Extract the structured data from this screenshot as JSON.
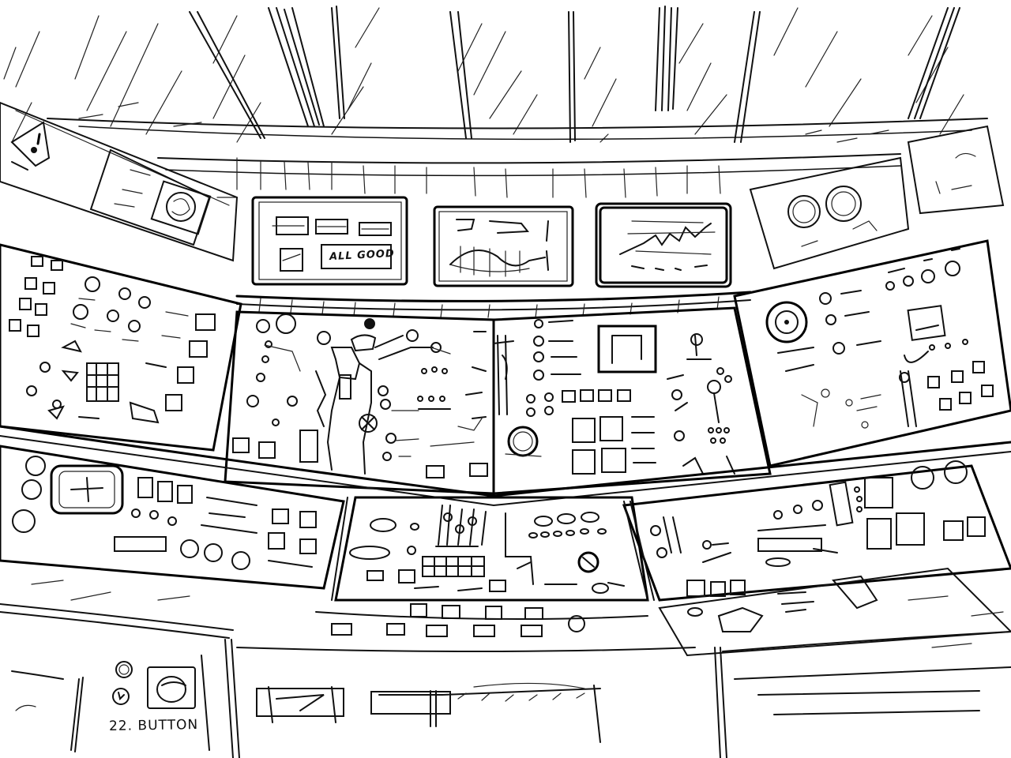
{
  "caption": {
    "label": "22. BUTTON"
  },
  "scene": {
    "subject": "spacecraft cockpit control panel sketch",
    "style": "black ink hand-drawn on white",
    "ink_color": "#111111",
    "paper_color": "#ffffff"
  },
  "monitors": {
    "upper_left": {
      "text": "ALL GOOD"
    },
    "upper_center": {
      "content": "waveform-graph"
    },
    "upper_right": {
      "content": "line-graph"
    }
  },
  "panels": [
    {
      "id": "overhead-left",
      "items": [
        "warning-triangle",
        "small-monitor",
        "round-gauge"
      ]
    },
    {
      "id": "overhead-right",
      "items": [
        "dial",
        "dial",
        "switch-labels"
      ]
    },
    {
      "id": "left-wing",
      "items": [
        "switch-grid",
        "round-knobs",
        "keypad"
      ]
    },
    {
      "id": "center-main",
      "items": [
        "schematic-diagram",
        "x-indicator",
        "knob-cluster"
      ]
    },
    {
      "id": "center-right",
      "items": [
        "switch-column",
        "indicator-square",
        "large-knob"
      ]
    },
    {
      "id": "right-wing",
      "items": [
        "rotary-dial",
        "toggle-row",
        "square-buttons"
      ]
    },
    {
      "id": "lower-left",
      "items": [
        "crosshair-display",
        "knobs",
        "sliders"
      ]
    },
    {
      "id": "lower-center",
      "items": [
        "fader-bank",
        "grid-display",
        "oval-buttons"
      ]
    },
    {
      "id": "lower-right",
      "items": [
        "toggles",
        "square-keys",
        "round-dials"
      ]
    },
    {
      "id": "bottom-left-console",
      "items": [
        "small-button",
        "clock-button",
        "large-button"
      ]
    }
  ]
}
